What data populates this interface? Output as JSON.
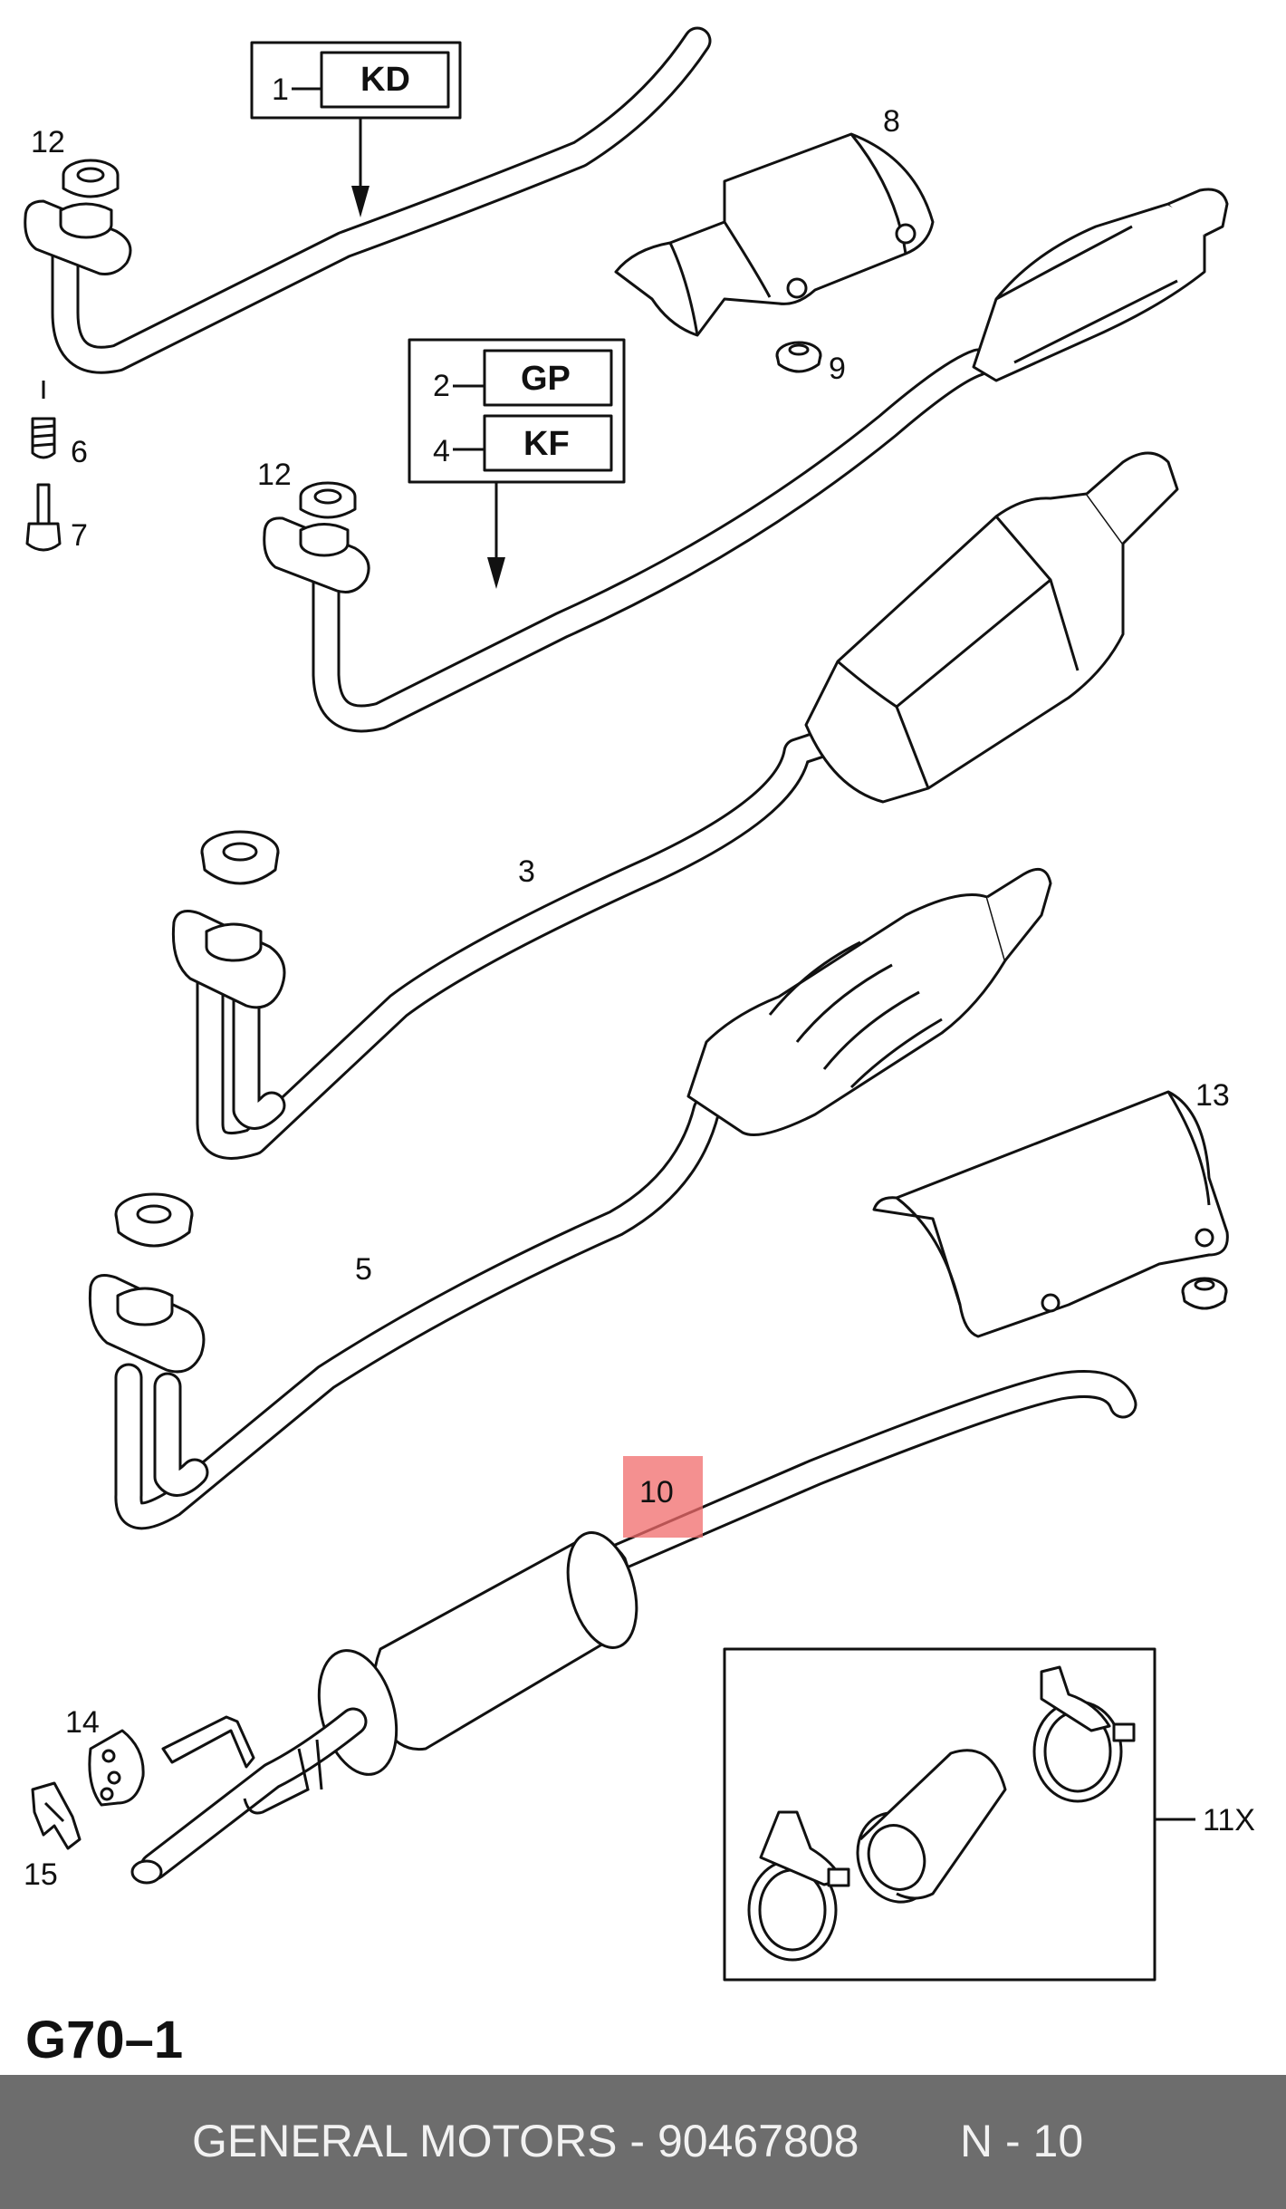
{
  "callouts": {
    "c1": "1",
    "c2": "2",
    "c3": "3",
    "c4": "4",
    "c5": "5",
    "c6": "6",
    "c7": "7",
    "c8": "8",
    "c9": "9",
    "c10": "10",
    "c11": "11X",
    "c12a": "12",
    "c12b": "12",
    "c13": "13",
    "c14": "14",
    "c15": "15"
  },
  "engine_codes": {
    "kd": "KD",
    "gp": "GP",
    "kf": "KF"
  },
  "diagram_code": "G70–1",
  "footer": {
    "part_text": "GENERAL MOTORS - 90467808",
    "qty_text": "N - 10"
  },
  "colors": {
    "highlight": "#f06b6b",
    "footer_bg": "#6d6d6d",
    "footer_text": "#f2f2f2"
  }
}
